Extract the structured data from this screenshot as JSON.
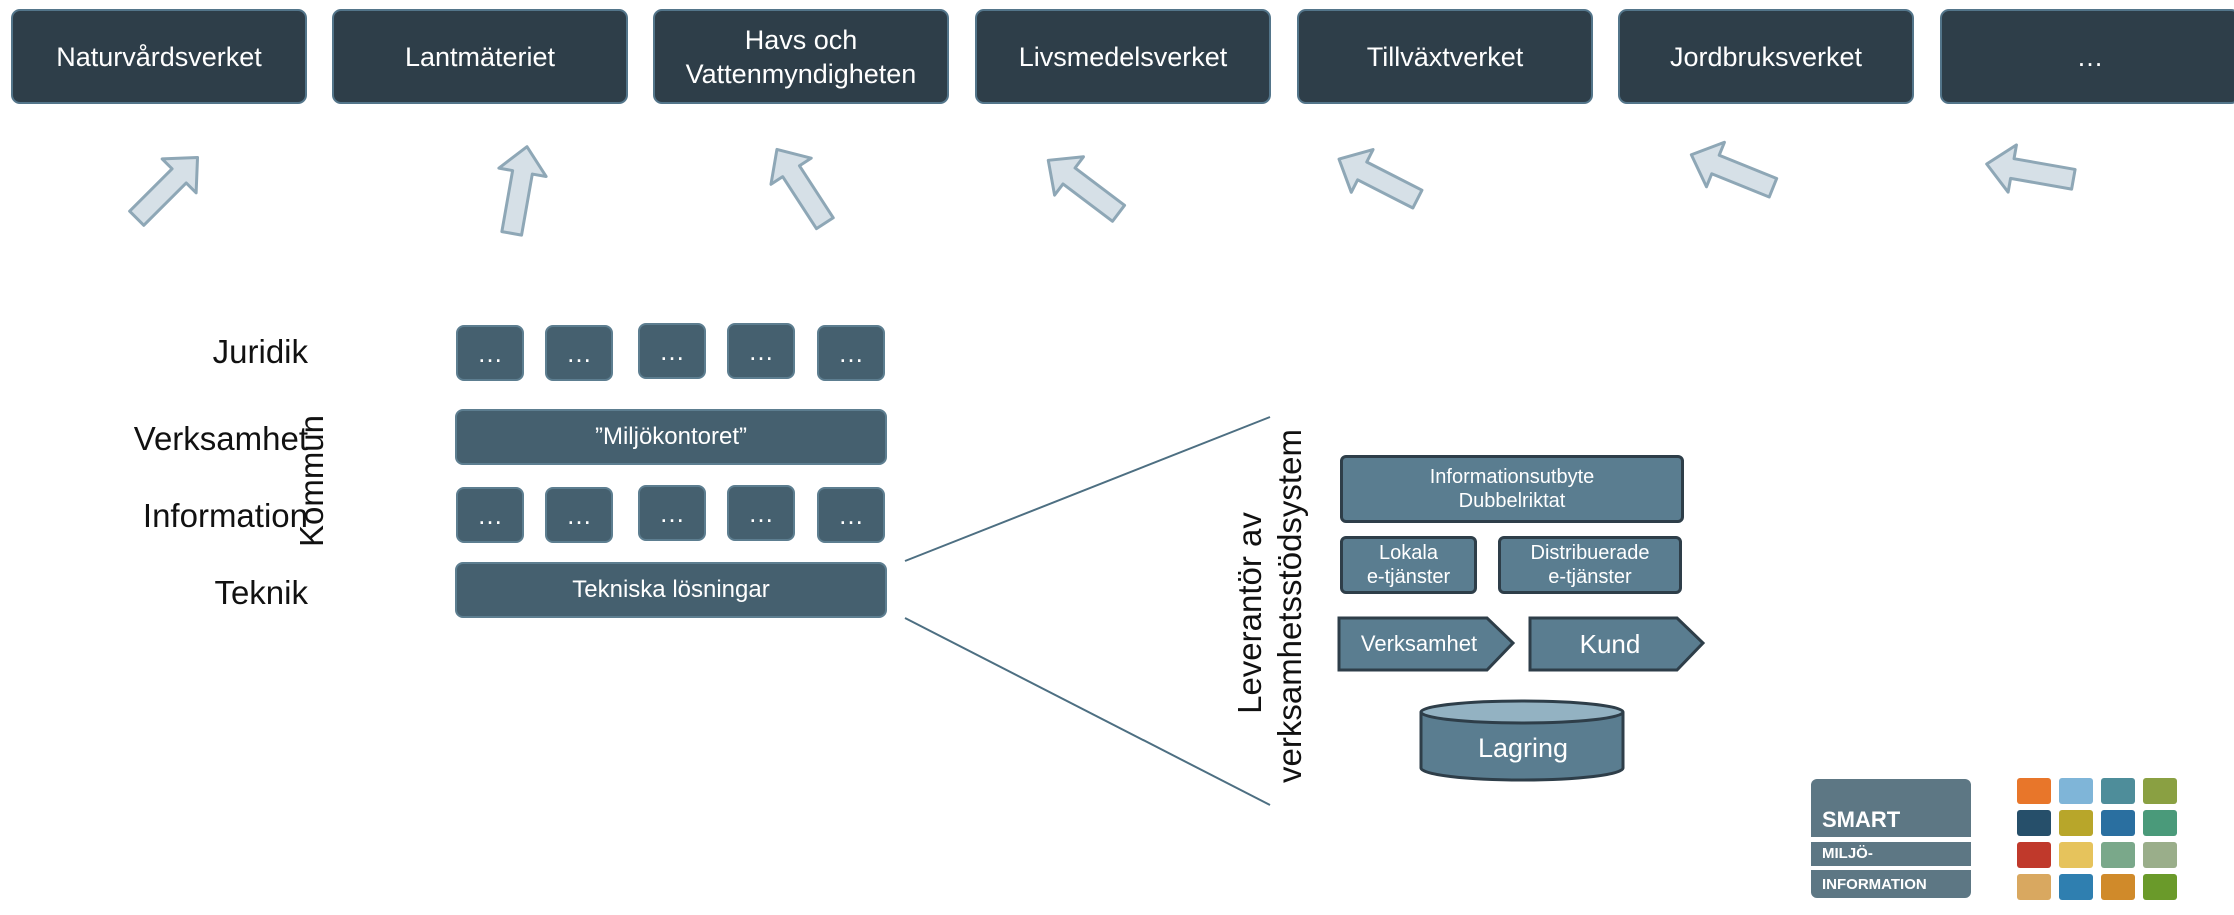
{
  "agencies": [
    {
      "label": "Naturvårdsverket"
    },
    {
      "label": "Lantmäteriet"
    },
    {
      "label": "Havs och\nVattenmyndigheten"
    },
    {
      "label": "Livsmedelsverket"
    },
    {
      "label": "Tillväxtverket"
    },
    {
      "label": "Jordbruksverket"
    },
    {
      "label": "…"
    }
  ],
  "kommun": {
    "title": "Kommun",
    "layers": {
      "juridik": "Juridik",
      "verksamhet": "Verksamhet",
      "information": "Information",
      "teknik": "Teknik"
    },
    "ellipsis": "…",
    "verksamhet_box": "”Miljökontoret”",
    "teknik_box": "Tekniska lösningar"
  },
  "supplier": {
    "title_line1": "Leverantör av",
    "title_line2": "verksamhetsstödsystem",
    "info_exchange": "Informationsutbyte\nDubbelriktat",
    "local_services": "Lokala\ne-tjänster",
    "distributed_services": "Distribuerade\ne-tjänster",
    "verksamhet": "Verksamhet",
    "kund": "Kund",
    "lagring": "Lagring"
  },
  "logo": {
    "line1": "SMART",
    "line2": "MILJÖ-",
    "line3": "INFORMATION"
  },
  "colors": {
    "agency_fill": "#2e3e49",
    "agency_border": "#53758a",
    "box_fill": "#45606f",
    "service_fill": "#5a7d90",
    "arrow_fill": "#d6e0e7",
    "arrow_stroke": "#8ea7b6"
  }
}
